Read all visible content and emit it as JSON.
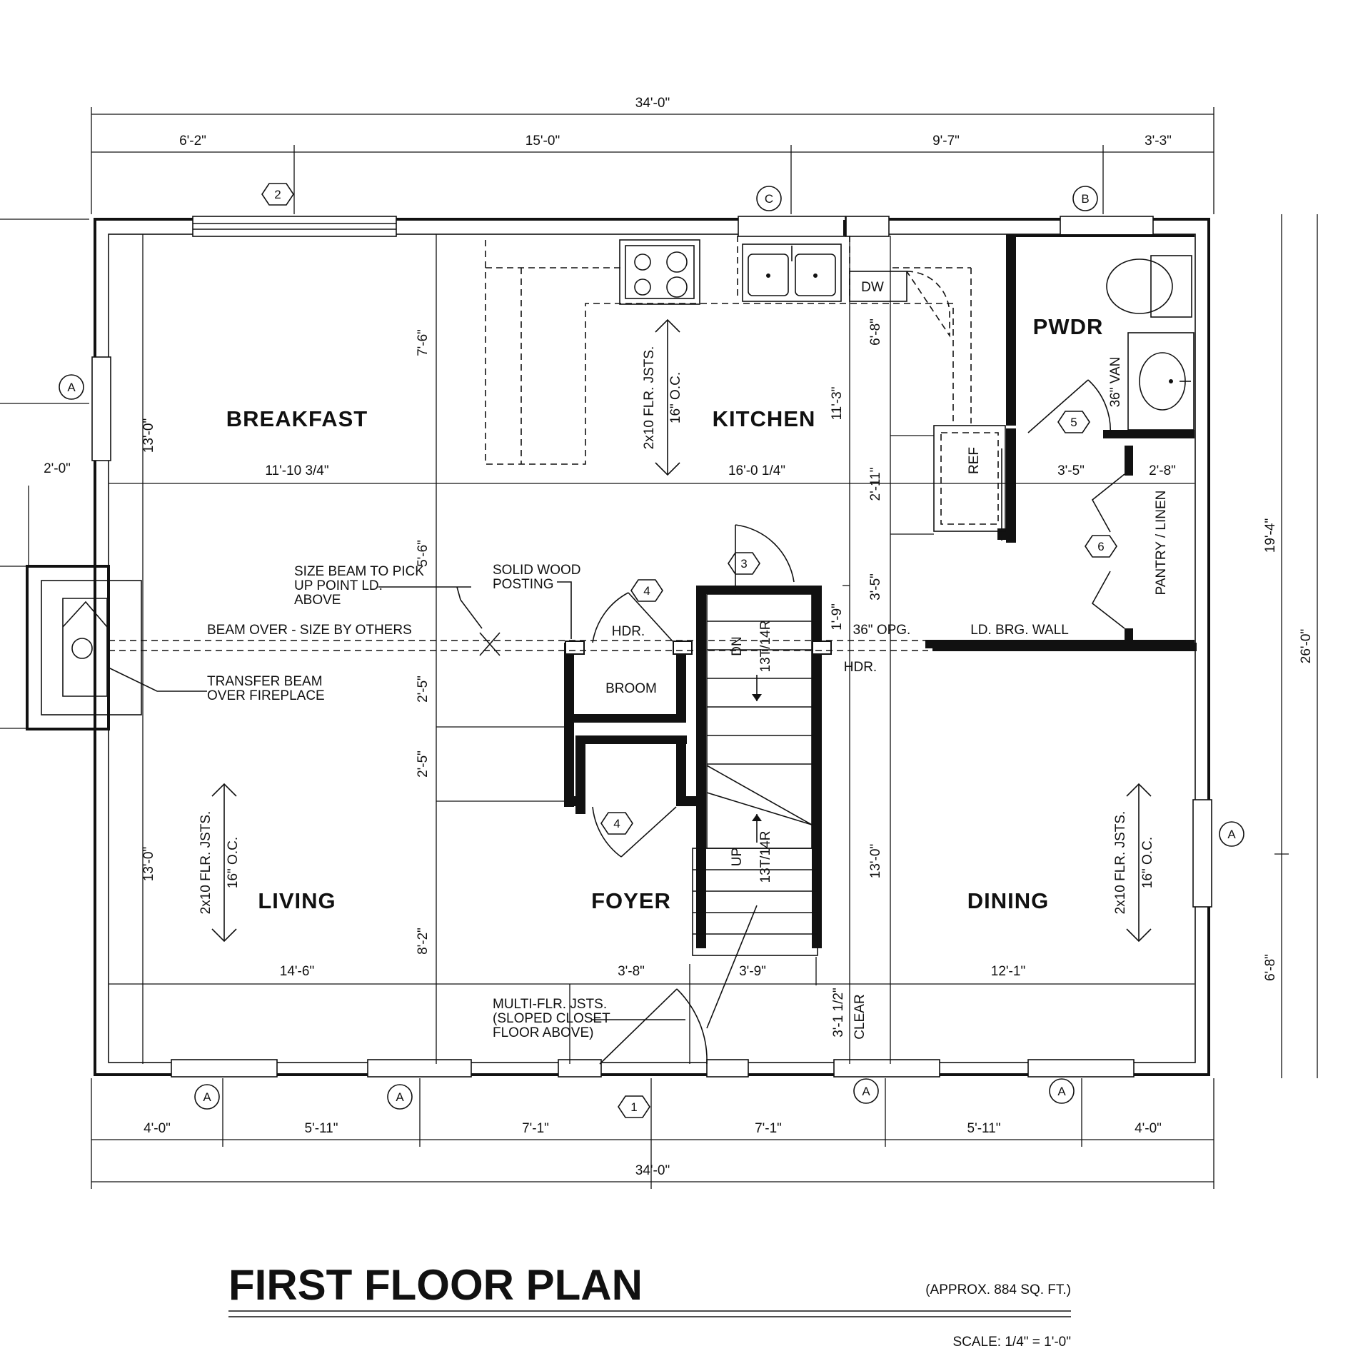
{
  "rooms": {
    "breakfast": "BREAKFAST",
    "kitchen": "KITCHEN",
    "pwdr": "PWDR",
    "living": "LIVING",
    "foyer": "FOYER",
    "dining": "DINING",
    "broom": "BROOM",
    "pantry": "PANTRY / LINEN"
  },
  "fixtures": {
    "dw": "DW",
    "ref": "REF",
    "van": "36\" VAN"
  },
  "stairs": {
    "dn": "DN",
    "dn_count": "13T/14R",
    "up": "UP",
    "up_count": "13T/14R"
  },
  "notes": {
    "joists": [
      "2x10 FLR. JSTS.",
      "16\" O.C."
    ],
    "size_beam": [
      "SIZE BEAM TO PICK",
      "UP POINT LD.",
      "ABOVE"
    ],
    "solid_wood": [
      "SOLID WOOD",
      "POSTING"
    ],
    "beam_over": "BEAM OVER - SIZE BY OTHERS",
    "transfer_beam": [
      "TRANSFER BEAM",
      "OVER FIREPLACE"
    ],
    "hdr": "HDR.",
    "opg": "36\" OPG.",
    "ld_brg_wall": "LD. BRG. WALL",
    "multi_flr": [
      "MULTI-FLR. JSTS.",
      "(SLOPED CLOSET",
      "FLOOR ABOVE)"
    ],
    "clear": "CLEAR"
  },
  "dimensions": {
    "overall": "34'-0\"",
    "top": [
      "6'-2\"",
      "15'-0\"",
      "9'-7\"",
      "3'-3\""
    ],
    "bottom": [
      "4'-0\"",
      "5'-11\"",
      "7'-1\"",
      "7'-1\"",
      "5'-11\"",
      "4'-0\""
    ],
    "right_overall": "26'-0\"",
    "right_upper": "19'-4\"",
    "right_lower": "6'-8\"",
    "left_upper": "13'-0\"",
    "left_lower": "13'-0\"",
    "left_fireplace": "2'-0\"",
    "breakfast_w": "11'-10 3/4\"",
    "kitchen_w": "16'-0 1/4\"",
    "living_w": "14'-6\"",
    "foyer_w": "3'-8\"",
    "stair_w": "3'-9\"",
    "dining_w": "12'-1\"",
    "pwdr_w": "3'-5\"",
    "pantry_w": "2'-8\"",
    "v_7_6": "7'-6\"",
    "v_5_6": "5'-6\"",
    "v_2_5a": "2'-5\"",
    "v_2_5b": "2'-5\"",
    "v_8_2": "8'-2\"",
    "v_11_3": "11'-3\"",
    "v_6_8": "6'-8\"",
    "v_2_11": "2'-11\"",
    "v_3_5": "3'-5\"",
    "v_1_9": "1'-9\"",
    "v_13_0": "13'-0\"",
    "v_3_1_half": "3'-1 1/2\""
  },
  "tags": {
    "window_a": "A",
    "window_b": "B",
    "window_c": "C",
    "window_2": "2",
    "door_1": "1",
    "door_3": "3",
    "door_4": "4",
    "door_5": "5",
    "door_6": "6"
  },
  "title": "FIRST FLOOR PLAN",
  "area": "(APPROX. 884 SQ. FT.)",
  "scale": "SCALE: 1/4\" = 1'-0\""
}
